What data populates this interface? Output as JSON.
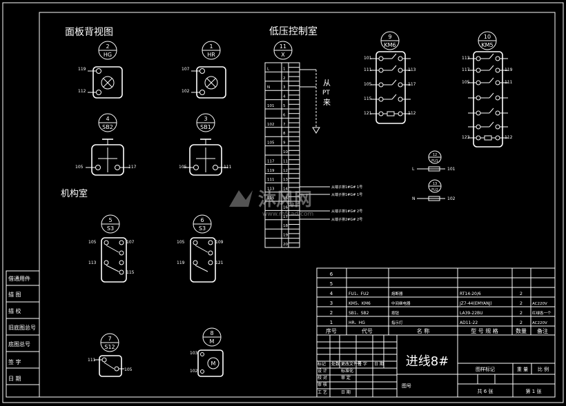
{
  "titles": {
    "panel_view": "面板背视图",
    "mechanism_room": "机构室",
    "lv_room": "低压控制室",
    "from_pt": [
      "从",
      "PT",
      "来"
    ]
  },
  "components": {
    "hg": {
      "num": "2",
      "code": "HG",
      "left": "119",
      "left2": "112"
    },
    "hr": {
      "num": "1",
      "code": "HR",
      "left": "107",
      "left2": "102"
    },
    "sb2": {
      "num": "4",
      "code": "SB2",
      "left": "105",
      "right": "117"
    },
    "sb1": {
      "num": "3",
      "code": "SB1",
      "left": "105",
      "right": "111"
    },
    "s3a": {
      "num": "5",
      "code": "S3",
      "l1": "105",
      "l2": "113",
      "r1": "107",
      "r2": "",
      "r3": "115"
    },
    "s3b": {
      "num": "6",
      "code": "S3",
      "l1": "105",
      "l2": "119",
      "r1": "109",
      "r2": "121"
    },
    "s12": {
      "num": "7",
      "code": "S12",
      "left": "111",
      "right": "105"
    },
    "m": {
      "num": "8",
      "code": "M",
      "left": "103",
      "left2": "102"
    },
    "x": {
      "num": "11",
      "code": "X"
    },
    "km6": {
      "num": "9",
      "code": "KM6",
      "l": [
        "101",
        "111",
        "105",
        "115",
        "121"
      ],
      "r": [
        "",
        "113",
        "117",
        "",
        "112"
      ]
    },
    "km5": {
      "num": "10",
      "code": "KM5",
      "l": [
        "113",
        "117",
        "105",
        "",
        "",
        "",
        "123"
      ],
      "r": [
        "",
        "119",
        "111",
        "",
        "",
        "",
        "112"
      ]
    },
    "fu1": {
      "num": "12",
      "code": "FU1",
      "left": "L",
      "right": "101"
    },
    "fu2": {
      "num": "13",
      "code": "FU2",
      "left": "N",
      "right": "102"
    }
  },
  "terminal_block": {
    "rows": [
      {
        "label": "L",
        "num": "1"
      },
      {
        "label": "",
        "num": "2"
      },
      {
        "label": "N",
        "num": "3"
      },
      {
        "label": "",
        "num": "4"
      },
      {
        "label": "101",
        "num": "5"
      },
      {
        "label": "",
        "num": "6"
      },
      {
        "label": "102",
        "num": "7"
      },
      {
        "label": "",
        "num": "8"
      },
      {
        "label": "105",
        "num": "9"
      },
      {
        "label": "",
        "num": "10"
      },
      {
        "label": "117",
        "num": "11"
      },
      {
        "label": "119",
        "num": "12"
      },
      {
        "label": "111",
        "num": "13"
      },
      {
        "label": "113",
        "num": "14"
      },
      {
        "label": "115",
        "num": "15"
      },
      {
        "label": "",
        "num": "16"
      },
      {
        "label": "",
        "num": "17"
      },
      {
        "label": "",
        "num": "18"
      },
      {
        "label": "",
        "num": "19"
      },
      {
        "label": "",
        "num": "20"
      }
    ],
    "notes": [
      "从端子排1#G# 1号",
      "从端子排1#G# 1号",
      "从端子排1#G# 2号",
      "从端子排2#G# 2号"
    ]
  },
  "watermark": {
    "text": "沐风网",
    "url": "www.mfcad.com"
  },
  "bom": {
    "rows": [
      {
        "no": "6",
        "code": "",
        "name": "",
        "spec": "",
        "qty": "",
        "note": ""
      },
      {
        "no": "5",
        "code": "",
        "name": "",
        "spec": "",
        "qty": "",
        "note": ""
      },
      {
        "no": "4",
        "code": "FU1、FU2",
        "name": "熔断器",
        "spec": "RT14-20/6",
        "qty": "2",
        "note": ""
      },
      {
        "no": "3",
        "code": "KM5、KM6",
        "name": "中间继电器",
        "spec": "JZ7-44(EMYANJ)",
        "qty": "2",
        "note": "AC220V"
      },
      {
        "no": "2",
        "code": "SB1、SB2",
        "name": "按钮",
        "spec": "LA39-22BU",
        "qty": "2",
        "note": "红绿各一个"
      },
      {
        "no": "1",
        "code": "HR、HG",
        "name": "指示灯",
        "spec": "AD11-22",
        "qty": "2",
        "note": "AC220V"
      }
    ],
    "note_extra": "红绿各一个",
    "header": {
      "no": "序号",
      "code": "代号",
      "name": "名 称",
      "spec": "型 号 规 格",
      "qty": "数量",
      "note": "备注"
    }
  },
  "title_block": {
    "title": "进线8#",
    "drawing_no_label": "图号",
    "marks_label": "图样标记",
    "weight_label": "重 量",
    "scale_label": "比 例",
    "total_sheets": "共 6 张",
    "sheet_no": "第 1 张",
    "rows": [
      [
        "标记",
        "处数",
        "更改文件号",
        "签 字",
        "日 期"
      ],
      [
        "设 计",
        "",
        "标准化",
        "",
        ""
      ],
      [
        "校 对",
        "",
        "审 定",
        "",
        ""
      ],
      [
        "审 核",
        "",
        "",
        "",
        ""
      ],
      [
        "工 艺",
        "",
        "日 期",
        "",
        ""
      ]
    ]
  },
  "side_stamps": [
    "借通用件",
    "描 图",
    "描 校",
    "旧底图总号",
    "底图总号",
    "签 字",
    "日 期"
  ]
}
